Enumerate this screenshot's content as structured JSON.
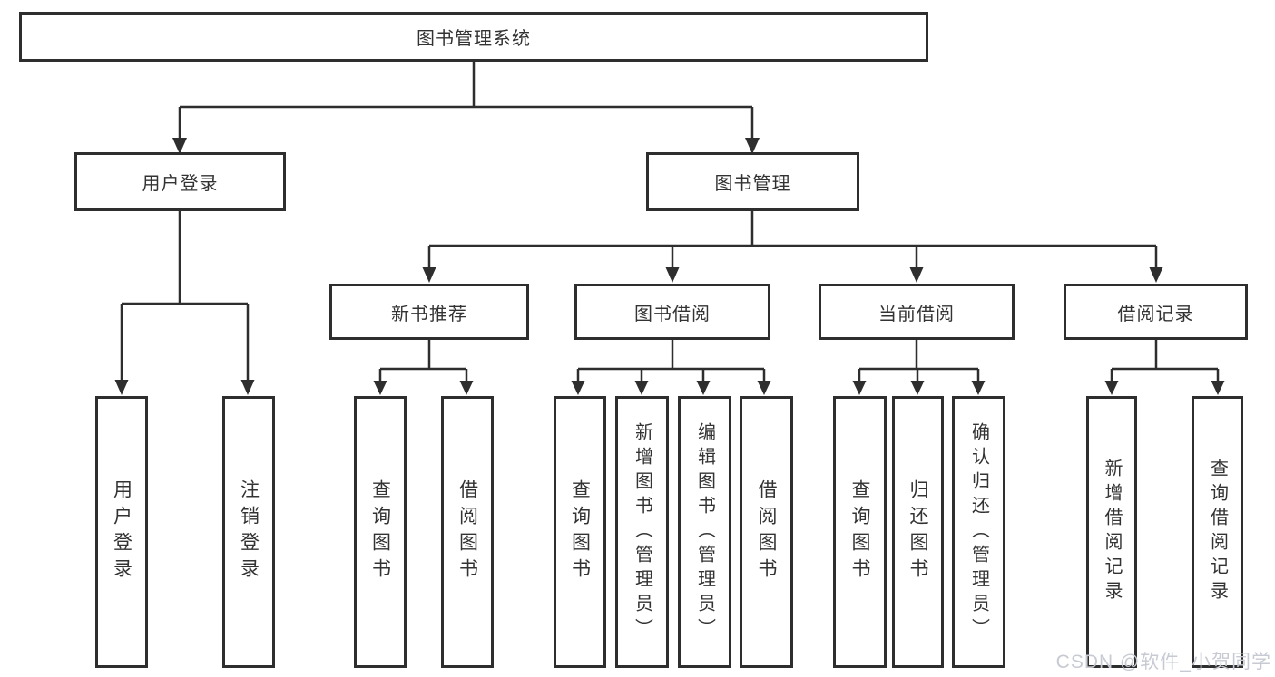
{
  "diagram": {
    "watermark": "CSDN @软件_小贺同学",
    "colors": {
      "line": "#2e2e2e",
      "text": "#333333",
      "background": "#ffffff",
      "watermark": "#c7cad2"
    },
    "nodes": {
      "root": {
        "label": "图书管理系统"
      },
      "user_login": {
        "label": "用户登录"
      },
      "book_mgmt": {
        "label": "图书管理"
      },
      "new_book_rec": {
        "label": "新书推荐"
      },
      "book_borrow": {
        "label": "图书借阅"
      },
      "current_borrow": {
        "label": "当前借阅"
      },
      "borrow_records": {
        "label": "借阅记录"
      },
      "leaf_user_login": {
        "label": "用户登录"
      },
      "leaf_logout": {
        "label": "注销登录"
      },
      "leaf_query_book_rec": {
        "label": "查询图书"
      },
      "leaf_borrow_book_rec": {
        "label": "借阅图书"
      },
      "leaf_query_book_borrow": {
        "label": "查询图书"
      },
      "leaf_add_book_admin": {
        "label": "新增图书（管理员）"
      },
      "leaf_edit_book_admin": {
        "label": "编辑图书（管理员）"
      },
      "leaf_borrow_book_borrow": {
        "label": "借阅图书"
      },
      "leaf_query_book_current": {
        "label": "查询图书"
      },
      "leaf_return_book": {
        "label": "归还图书"
      },
      "leaf_confirm_return_admin": {
        "label": "确认归还（管理员）"
      },
      "leaf_add_borrow_record": {
        "label": "新增借阅记录"
      },
      "leaf_query_borrow_record": {
        "label": "查询借阅记录"
      }
    }
  }
}
